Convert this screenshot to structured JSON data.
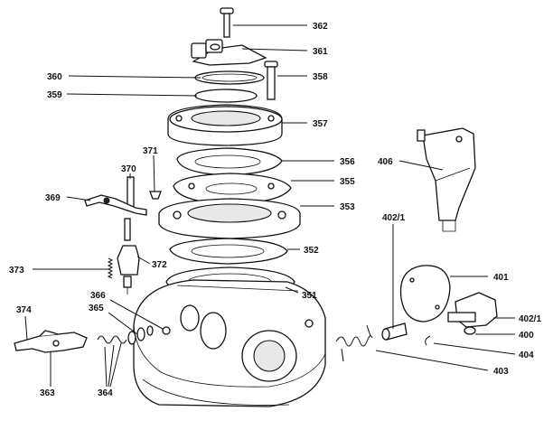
{
  "callouts": [
    {
      "id": "c362",
      "text": "362"
    },
    {
      "id": "c361",
      "text": "361"
    },
    {
      "id": "c360",
      "text": "360"
    },
    {
      "id": "c358",
      "text": "358"
    },
    {
      "id": "c359",
      "text": "359"
    },
    {
      "id": "c357",
      "text": "357"
    },
    {
      "id": "c371",
      "text": "371"
    },
    {
      "id": "c370",
      "text": "370"
    },
    {
      "id": "c356",
      "text": "356"
    },
    {
      "id": "c406",
      "text": "406"
    },
    {
      "id": "c355",
      "text": "355"
    },
    {
      "id": "c369",
      "text": "369"
    },
    {
      "id": "c353",
      "text": "353"
    },
    {
      "id": "c4021a",
      "text": "402/1"
    },
    {
      "id": "c352",
      "text": "352"
    },
    {
      "id": "c372",
      "text": "372"
    },
    {
      "id": "c373",
      "text": "373"
    },
    {
      "id": "c401",
      "text": "401"
    },
    {
      "id": "c351",
      "text": "351"
    },
    {
      "id": "c366",
      "text": "366"
    },
    {
      "id": "c374",
      "text": "374"
    },
    {
      "id": "c365",
      "text": "365"
    },
    {
      "id": "c4021b",
      "text": "402/1"
    },
    {
      "id": "c400",
      "text": "400"
    },
    {
      "id": "c404",
      "text": "404"
    },
    {
      "id": "c403",
      "text": "403"
    },
    {
      "id": "c363",
      "text": "363"
    },
    {
      "id": "c364",
      "text": "364"
    }
  ]
}
